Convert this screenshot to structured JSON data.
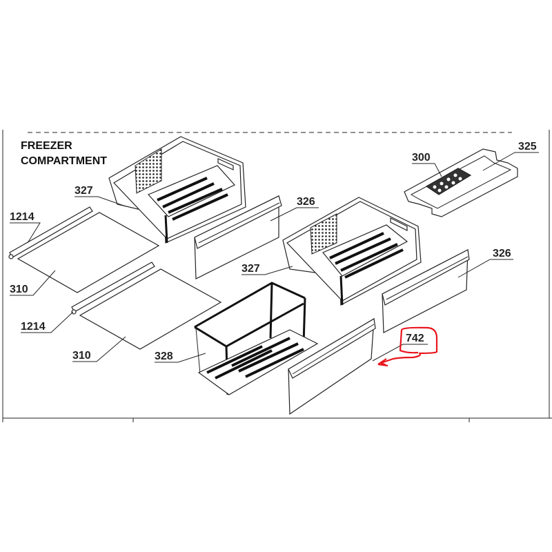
{
  "diagram": {
    "title_line1": "FREEZER",
    "title_line2": "COMPARTMENT",
    "labels": {
      "basket_upper_left": "327",
      "rail_upper": "1214",
      "glass_upper": "310",
      "rail_lower": "1214",
      "glass_lower": "310",
      "wire_basket": "328",
      "basket_right": "327",
      "front_upper_left": "326",
      "ice_tray": "300",
      "ice_tray_holder": "325",
      "front_right": "326",
      "front_lower": "742"
    },
    "highlight_color": "#e8141b"
  }
}
